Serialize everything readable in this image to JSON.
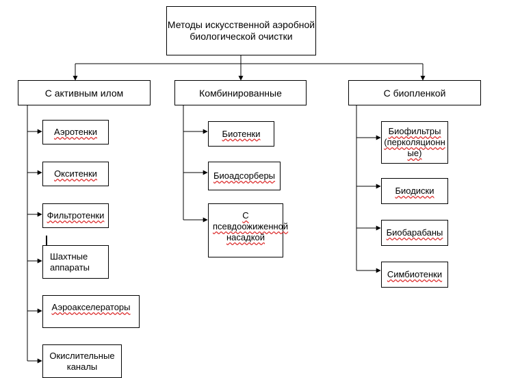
{
  "root": {
    "label": "Методы искусственной аэробной биологической очистки"
  },
  "categories": [
    {
      "label": "С активным илом",
      "items": [
        "Аэротенки",
        "Окситенки",
        "Фильтротенки",
        "Шахтные аппараты",
        "Аэроакселераторы",
        "Окислительные каналы"
      ]
    },
    {
      "label": "Комбинированные",
      "items": [
        "Биотенки",
        "Биоадсорберы",
        "С псевдоожиженной насадкой"
      ]
    },
    {
      "label": "С биопленкой",
      "items": [
        "Биофильтры (перколяционные)",
        "Биодиски",
        "Биобарабаны",
        "Симбиотенки"
      ]
    }
  ],
  "colors": {
    "line": "#000000",
    "box_border": "#000000",
    "spellcheck_underline": "#d33333"
  }
}
